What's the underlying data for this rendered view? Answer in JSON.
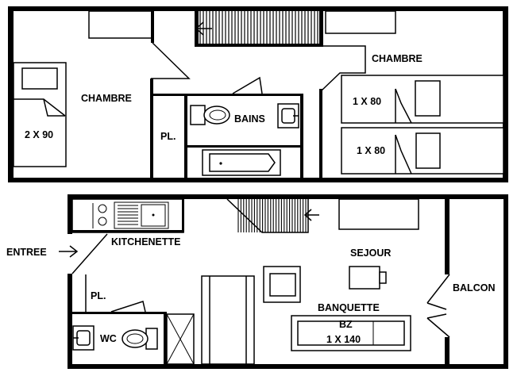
{
  "floor_plan": {
    "upper": {
      "room_chambre_left": "CHAMBRE",
      "bed_left": "2 X 90",
      "placard": "PL.",
      "bathroom": "BAINS",
      "room_chambre_right": "CHAMBRE",
      "bed_right_1": "1 X 80",
      "bed_right_2": "1 X 80"
    },
    "lower": {
      "entrance": "ENTREE",
      "kitchenette": "KITCHENETTE",
      "placard": "PL.",
      "wc": "WC",
      "living": "SEJOUR",
      "balcony": "BALCON",
      "sofa": "BANQUETTE",
      "sofa_type": "BZ",
      "sofa_size": "1 X 140"
    }
  }
}
